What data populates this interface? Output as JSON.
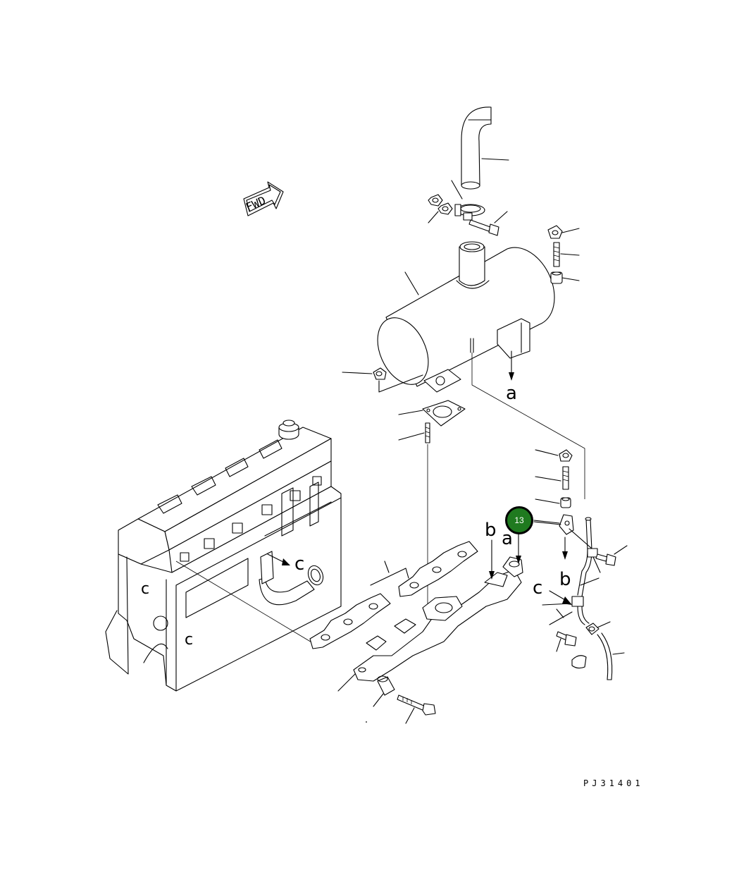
{
  "diagram": {
    "fwd_label": "FWD",
    "refs": {
      "a": "a",
      "b": "b",
      "c": "c"
    },
    "callout_number": "13",
    "callout_color": "#1f7a1f",
    "drawing_code": "PJ31401"
  }
}
